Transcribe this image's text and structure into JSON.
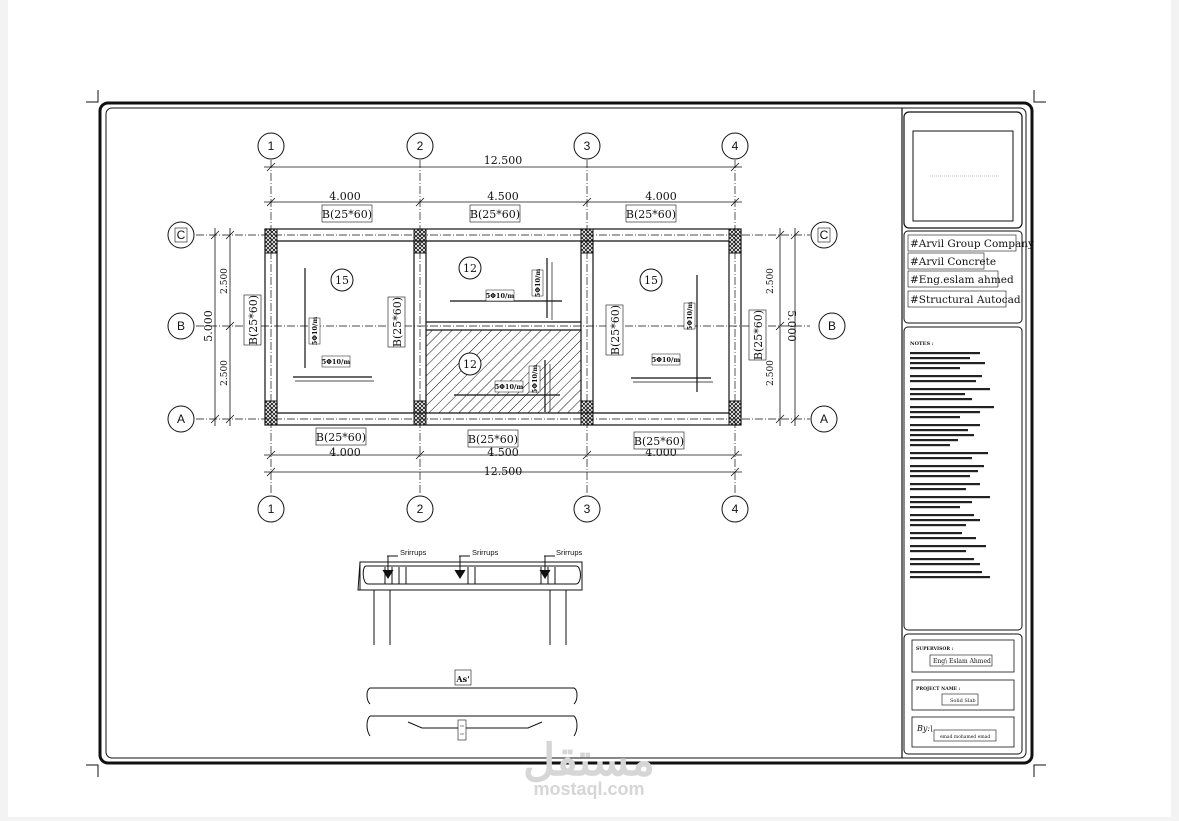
{
  "grid": {
    "columns": [
      "1",
      "2",
      "3",
      "4"
    ],
    "rows": [
      "C",
      "B",
      "A"
    ]
  },
  "dims": {
    "total_top": "12.500",
    "total_bottom": "12.500",
    "spans_top": [
      "4.000",
      "4.500",
      "4.000"
    ],
    "spans_bottom": [
      "4.000",
      "4.500",
      "4.000"
    ],
    "left_total": "5.000",
    "left_parts": [
      "2.500",
      "2.500"
    ],
    "right_total": "5.000",
    "right_parts": [
      "2.500",
      "2.500"
    ]
  },
  "beams": {
    "top": [
      "B(25*60)",
      "B(25*60)",
      "B(25*60)"
    ],
    "bottom": [
      "B(25*60)",
      "B(25*60)",
      "B(25*60)"
    ],
    "vertical": [
      "B(25*60)",
      "B(25*60)",
      "B(25*60)",
      "B(25*60)"
    ]
  },
  "slabs": {
    "labels": [
      "15",
      "12",
      "12",
      "15"
    ],
    "rebar": [
      "5Φ10/m",
      "5Φ10/m",
      "5Φ10/m",
      "5Φ10/m",
      "5Φ10/m",
      "5Φ10/m",
      "5Φ10/m",
      "5Φ10/m"
    ]
  },
  "section": {
    "stirrups": [
      "Srirrups",
      "Srirrups",
      "Srirrups"
    ],
    "as_label": "As'"
  },
  "title_block": {
    "tags": [
      "#Arvil Group Company",
      "#Arvil Concrete",
      "#Eng.eslam ahmed",
      "#Structural Autocad"
    ],
    "notes_title": "NOTES :",
    "supervisor_label": "SUPERVISOR :",
    "supervisor": "Eng\\ Eslam Ahmed",
    "project_label": "PROJECT NAME :",
    "project": "Solid Slab",
    "by_label": "By:\\",
    "by": "emad mohamed emad"
  },
  "watermark": {
    "arabic": "مستقل",
    "latin": "mostaql.com"
  },
  "colors": {
    "ink": "#111111",
    "paper": "#ffffff",
    "background": "#f3f3f3",
    "watermark": "#d6d6d6"
  }
}
